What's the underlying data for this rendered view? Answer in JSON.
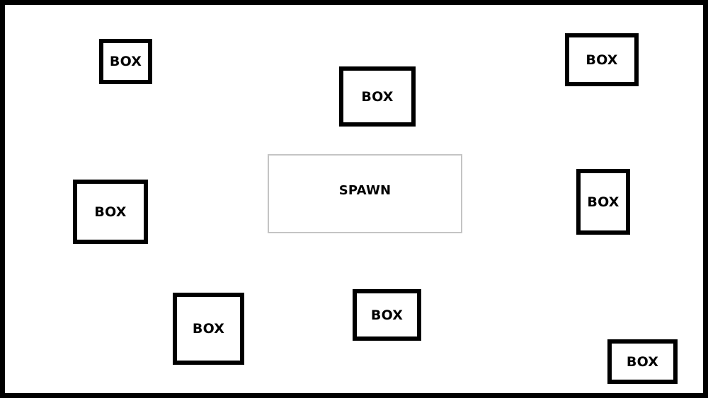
{
  "spawn": {
    "label": "SPAWN",
    "border_color": "#c4c4c4"
  },
  "boxes": [
    {
      "label": "BOX"
    },
    {
      "label": "BOX"
    },
    {
      "label": "BOX"
    },
    {
      "label": "BOX"
    },
    {
      "label": "BOX"
    },
    {
      "label": "BOX"
    },
    {
      "label": "BOX"
    },
    {
      "label": "BOX"
    }
  ],
  "colors": {
    "box_border": "#000000",
    "frame_border": "#000000",
    "background": "#ffffff"
  }
}
